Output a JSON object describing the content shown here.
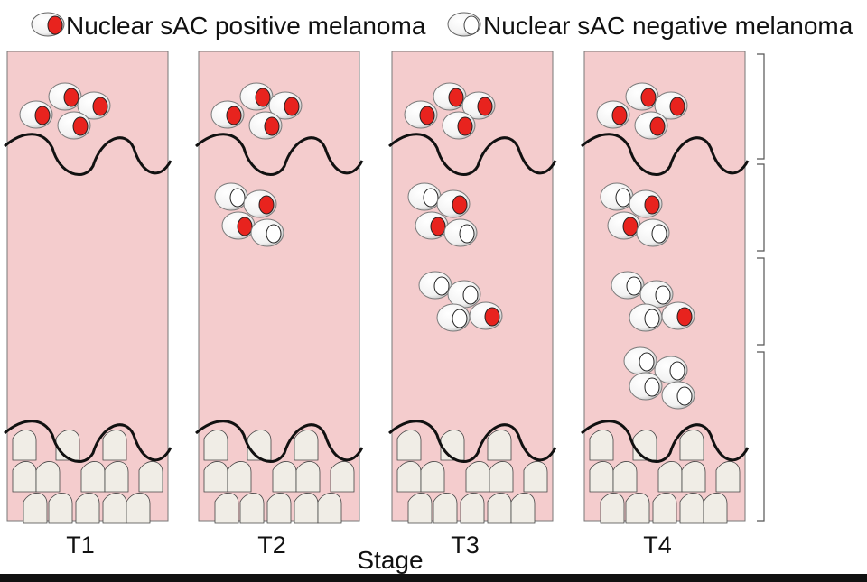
{
  "legend": {
    "positive_label": "Nuclear sAC positive melanoma",
    "negative_label": "Nuclear sAC negative melanoma"
  },
  "panels": [
    {
      "label": "T1"
    },
    {
      "label": "T2"
    },
    {
      "label": "T3"
    },
    {
      "label": "T4"
    }
  ],
  "axis": {
    "label": "Stage"
  },
  "colors": {
    "tissue": "#f4cccd",
    "nucleus_positive": "#e8231e",
    "cell_body": "#ffffff",
    "basal_cell": "#f0ede6",
    "outline": "#111111"
  }
}
